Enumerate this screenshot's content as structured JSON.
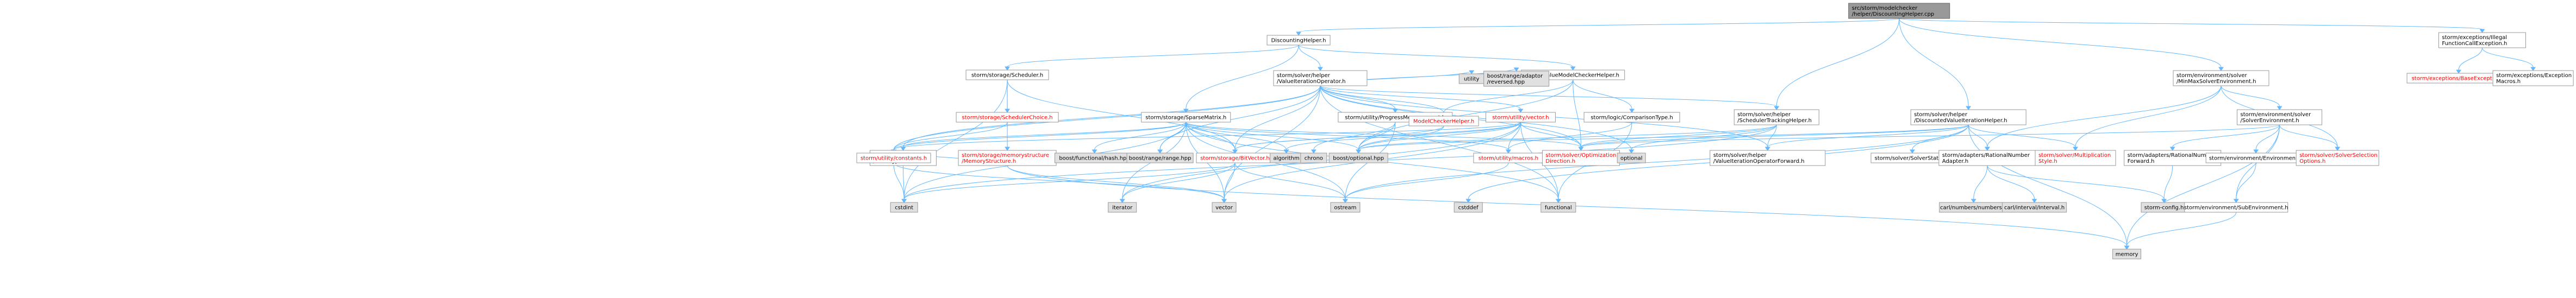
{
  "colors": {
    "root_fill": "#999999",
    "gray_fill": "#e0e0e0",
    "white_fill": "#ffffff",
    "border": "#999999",
    "text": "#000000",
    "red_text": "#ff0000",
    "edge": "#63b8ff"
  },
  "nodes": {
    "root": {
      "lines": [
        "src/storm/modelchecker",
        "/helper/DiscountingHelper.cpp"
      ],
      "style": "root"
    },
    "dh": {
      "lines": [
        "DiscountingHelper.h"
      ],
      "style": "white"
    },
    "sched": {
      "lines": [
        "storm/storage/Scheduler.h"
      ],
      "style": "white"
    },
    "svo": {
      "lines": [
        "storm/solver/helper",
        "/ValueIterationOperator.h"
      ],
      "style": "white"
    },
    "svmch": {
      "lines": [
        "SingleValueModelCheckerHelper.h"
      ],
      "style": "white"
    },
    "dvih": {
      "lines": [
        "storm/solver/helper",
        "/DiscountedValueIterationHelper.h"
      ],
      "style": "white"
    },
    "mmse": {
      "lines": [
        "storm/environment/solver",
        "/MinMaxSolverEnvironment.h"
      ],
      "style": "white"
    },
    "ifce": {
      "lines": [
        "storm/exceptions/Illegal",
        "FunctionCallException.h"
      ],
      "style": "white"
    },
    "schedchoice": {
      "lines": [
        "storm/storage/SchedulerChoice.h"
      ],
      "style": "red"
    },
    "memstruct": {
      "lines": [
        "storm/storage/memorystructure",
        "/MemoryStructure.h"
      ],
      "style": "red"
    },
    "sparsemat": {
      "lines": [
        "storm/storage/SparseMatrix.h"
      ],
      "style": "white"
    },
    "progress": {
      "lines": [
        "storm/utility/ProgressMeasurement.h"
      ],
      "style": "white"
    },
    "mch": {
      "lines": [
        "ModelCheckerHelper.h"
      ],
      "style": "red"
    },
    "uvector": {
      "lines": [
        "storm/utility/vector.h"
      ],
      "style": "red"
    },
    "utility": {
      "lines": [
        "utility"
      ],
      "style": "gray"
    },
    "reversed": {
      "lines": [
        "boost/range/adaptor",
        "/reversed.hpp"
      ],
      "style": "gray"
    },
    "cmptype": {
      "lines": [
        "storm/logic/ComparisonType.h"
      ],
      "style": "white"
    },
    "stih": {
      "lines": [
        "storm/solver/helper",
        "/SchedulerTrackingHelper.h"
      ],
      "style": "white"
    },
    "baseexc": {
      "lines": [
        "storm/exceptions/BaseException.h"
      ],
      "style": "red"
    },
    "excmacros": {
      "lines": [
        "storm/exceptions/Exception",
        "Macros.h"
      ],
      "style": "white"
    },
    "solverenv": {
      "lines": [
        "storm/environment/solver",
        "/SolverEnvironment.h"
      ],
      "style": "white"
    },
    "sparsestate": {
      "lines": [
        "storm/storage/sparse",
        "/StateType.h"
      ],
      "style": "white"
    },
    "uconst": {
      "lines": [
        "storm/utility/constants.h"
      ],
      "style": "red"
    },
    "funhash": {
      "lines": [
        "boost/functional/hash.hpp"
      ],
      "style": "gray"
    },
    "rangehpp": {
      "lines": [
        "boost/range/range.hpp"
      ],
      "style": "gray"
    },
    "bitvector": {
      "lines": [
        "storm/storage/BitVector.h"
      ],
      "style": "red"
    },
    "algorithm": {
      "lines": [
        "algorithm"
      ],
      "style": "gray"
    },
    "chrono": {
      "lines": [
        "chrono"
      ],
      "style": "gray"
    },
    "boostopt": {
      "lines": [
        "boost/optional.hpp"
      ],
      "style": "gray"
    },
    "umacros": {
      "lines": [
        "storm/utility/macros.h"
      ],
      "style": "red"
    },
    "optdir": {
      "lines": [
        "storm/solver/Optimization",
        "Direction.h"
      ],
      "style": "red"
    },
    "optional": {
      "lines": [
        "optional"
      ],
      "style": "gray"
    },
    "viof": {
      "lines": [
        "storm/solver/helper",
        "/ValueIterationOperatorForward.h"
      ],
      "style": "white"
    },
    "solverstatus": {
      "lines": [
        "storm/solver/SolverStatus.h"
      ],
      "style": "white"
    },
    "ratnumadapter": {
      "lines": [
        "storm/adapters/RationalNumber",
        "Adapter.h"
      ],
      "style": "white"
    },
    "multstyle": {
      "lines": [
        "storm/solver/Multiplication",
        "Style.h"
      ],
      "style": "red"
    },
    "ratnumfwd": {
      "lines": [
        "storm/adapters/RationalNumber",
        "Forward.h"
      ],
      "style": "white"
    },
    "envh": {
      "lines": [
        "storm/environment/Environment.h"
      ],
      "style": "white"
    },
    "selopts": {
      "lines": [
        "storm/solver/SolverSelection",
        "Options.h"
      ],
      "style": "red"
    },
    "cstdint": {
      "lines": [
        "cstdint"
      ],
      "style": "gray"
    },
    "iterator": {
      "lines": [
        "iterator"
      ],
      "style": "gray"
    },
    "vector": {
      "lines": [
        "vector"
      ],
      "style": "gray"
    },
    "ostream": {
      "lines": [
        "ostream"
      ],
      "style": "gray"
    },
    "cstddef": {
      "lines": [
        "cstddef"
      ],
      "style": "gray"
    },
    "functional": {
      "lines": [
        "functional"
      ],
      "style": "gray"
    },
    "carlnum": {
      "lines": [
        "carl/numbers/numbers.h"
      ],
      "style": "gray"
    },
    "carlinterval": {
      "lines": [
        "carl/interval/Interval.h"
      ],
      "style": "gray"
    },
    "stormconfig": {
      "lines": [
        "storm-config.h"
      ],
      "style": "gray"
    },
    "subenv": {
      "lines": [
        "storm/environment/SubEnvironment.h"
      ],
      "style": "white"
    },
    "memory": {
      "lines": [
        "memory"
      ],
      "style": "gray"
    }
  },
  "edges": [
    [
      "root",
      "dh"
    ],
    [
      "root",
      "stih"
    ],
    [
      "root",
      "dvih"
    ],
    [
      "root",
      "mmse"
    ],
    [
      "root",
      "ifce"
    ],
    [
      "dh",
      "sched"
    ],
    [
      "dh",
      "svo"
    ],
    [
      "dh",
      "svmch"
    ],
    [
      "dh",
      "sparsemat"
    ],
    [
      "sched",
      "schedchoice"
    ],
    [
      "sched",
      "memstruct"
    ],
    [
      "sched",
      "cstdint"
    ],
    [
      "sched",
      "bitvector"
    ],
    [
      "schedchoice",
      "uconst"
    ],
    [
      "memstruct",
      "uconst"
    ],
    [
      "memstruct",
      "vector"
    ],
    [
      "memstruct",
      "memory"
    ],
    [
      "svo",
      "progress"
    ],
    [
      "svo",
      "mch"
    ],
    [
      "svo",
      "uvector"
    ],
    [
      "svo",
      "utility"
    ],
    [
      "svo",
      "reversed"
    ],
    [
      "svo",
      "stih"
    ],
    [
      "svo",
      "optdir"
    ],
    [
      "svo",
      "optional"
    ],
    [
      "svo",
      "viof"
    ],
    [
      "svo",
      "functional"
    ],
    [
      "svo",
      "bitvector"
    ],
    [
      "svo",
      "rangehpp"
    ],
    [
      "svo",
      "vector"
    ],
    [
      "svo",
      "sparsestate"
    ],
    [
      "svo",
      "uconst"
    ],
    [
      "svmch",
      "mch"
    ],
    [
      "svmch",
      "cmptype"
    ],
    [
      "svmch",
      "optdir"
    ],
    [
      "svmch",
      "boostopt"
    ],
    [
      "sparsemat",
      "sparsestate"
    ],
    [
      "sparsemat",
      "uconst"
    ],
    [
      "sparsemat",
      "funhash"
    ],
    [
      "sparsemat",
      "rangehpp"
    ],
    [
      "sparsemat",
      "bitvector"
    ],
    [
      "sparsemat",
      "algorithm"
    ],
    [
      "sparsemat",
      "boostopt"
    ],
    [
      "sparsemat",
      "umacros"
    ],
    [
      "sparsemat",
      "optdir"
    ],
    [
      "sparsemat",
      "cstdint"
    ],
    [
      "sparsemat",
      "iterator"
    ],
    [
      "sparsemat",
      "vector"
    ],
    [
      "sparsemat",
      "ostream"
    ],
    [
      "sparsemat",
      "functional"
    ],
    [
      "progress",
      "chrono"
    ],
    [
      "progress",
      "ostream"
    ],
    [
      "progress",
      "boostopt"
    ],
    [
      "mch",
      "bitvector"
    ],
    [
      "mch",
      "boostopt"
    ],
    [
      "uvector",
      "algorithm"
    ],
    [
      "uvector",
      "boostopt"
    ],
    [
      "uvector",
      "umacros"
    ],
    [
      "uvector",
      "optdir"
    ],
    [
      "uvector",
      "vector"
    ],
    [
      "uvector",
      "functional"
    ],
    [
      "uvector",
      "iterator"
    ],
    [
      "uvector",
      "uconst"
    ],
    [
      "uvector",
      "bitvector"
    ],
    [
      "cmptype",
      "umacros"
    ],
    [
      "cmptype",
      "functional"
    ],
    [
      "stih",
      "optdir"
    ],
    [
      "stih",
      "optional"
    ],
    [
      "stih",
      "viof"
    ],
    [
      "stih",
      "boostopt"
    ],
    [
      "stih",
      "cstdint"
    ],
    [
      "dvih",
      "optdir"
    ],
    [
      "dvih",
      "viof"
    ],
    [
      "dvih",
      "solverstatus"
    ],
    [
      "dvih",
      "ratnumadapter"
    ],
    [
      "dvih",
      "multstyle"
    ],
    [
      "dvih",
      "memory"
    ],
    [
      "dvih",
      "boostopt"
    ],
    [
      "dvih",
      "ostream"
    ],
    [
      "dvih",
      "cstddef"
    ],
    [
      "mmse",
      "multstyle"
    ],
    [
      "mmse",
      "solverenv"
    ],
    [
      "mmse",
      "selopts"
    ],
    [
      "mmse",
      "ratnumadapter"
    ],
    [
      "ifce",
      "baseexc"
    ],
    [
      "ifce",
      "excmacros"
    ],
    [
      "solverenv",
      "optdir"
    ],
    [
      "solverenv",
      "ratnumfwd"
    ],
    [
      "solverenv",
      "envh"
    ],
    [
      "solverenv",
      "selopts"
    ],
    [
      "solverenv",
      "memory"
    ],
    [
      "solverenv",
      "subenv"
    ],
    [
      "sparsestate",
      "cstdint"
    ],
    [
      "uconst",
      "cstdint"
    ],
    [
      "uconst",
      "vector"
    ],
    [
      "bitvector",
      "cstdint"
    ],
    [
      "bitvector",
      "ostream"
    ],
    [
      "bitvector",
      "vector"
    ],
    [
      "bitvector",
      "iterator"
    ],
    [
      "umacros",
      "ostream"
    ],
    [
      "ratnumadapter",
      "carlnum"
    ],
    [
      "ratnumadapter",
      "carlinterval"
    ],
    [
      "ratnumadapter",
      "stormconfig"
    ],
    [
      "ratnumfwd",
      "stormconfig"
    ],
    [
      "envh",
      "subenv"
    ],
    [
      "subenv",
      "memory"
    ]
  ]
}
